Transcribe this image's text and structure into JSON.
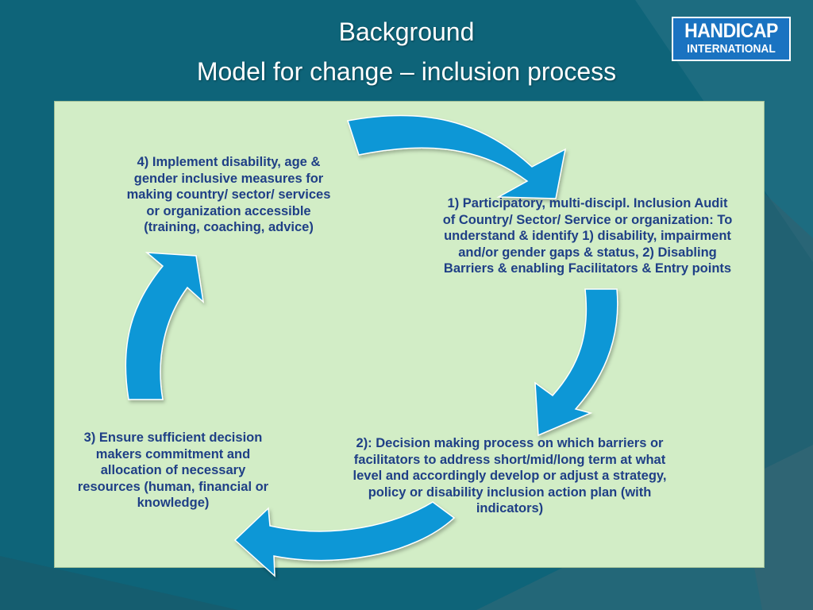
{
  "slide": {
    "title_line1": "Background",
    "title_line2": "Model for change – inclusion process"
  },
  "logo": {
    "line1": "HANDICAP",
    "line2": "INTERNATIONAL",
    "color": "#1a73c1"
  },
  "colors": {
    "background": "#0e6479",
    "panel": "#d2edc6",
    "arrow": "#0a97d6",
    "text": "#1f3f86"
  },
  "steps": {
    "step1": "1) Participatory, multi-discipl. Inclusion Audit\nof Country/ Sector/ Service or organization: To\nunderstand & identify 1) disability, impairment\nand/or gender gaps & status, 2) Disabling\nBarriers & enabling Facilitators & Entry points",
    "step2": "2): Decision making process on which barriers or\nfacilitators to address short/mid/long term at what\nlevel and accordingly develop or adjust a strategy,\npolicy or disability inclusion action plan (with\nindicators)",
    "step3": "3) Ensure sufficient decision\nmakers commitment and\nallocation of  necessary\nresources (human, financial or\nknowledge)",
    "step4": "4) Implement  disability, age &\ngender inclusive measures for\nmaking country/ sector/ services\nor organization accessible\n(training, coaching, advice)"
  },
  "cycle_arrows": [
    "arrow-step4-to-step1",
    "arrow-step1-to-step2",
    "arrow-step2-to-step3",
    "arrow-step3-to-step4"
  ]
}
